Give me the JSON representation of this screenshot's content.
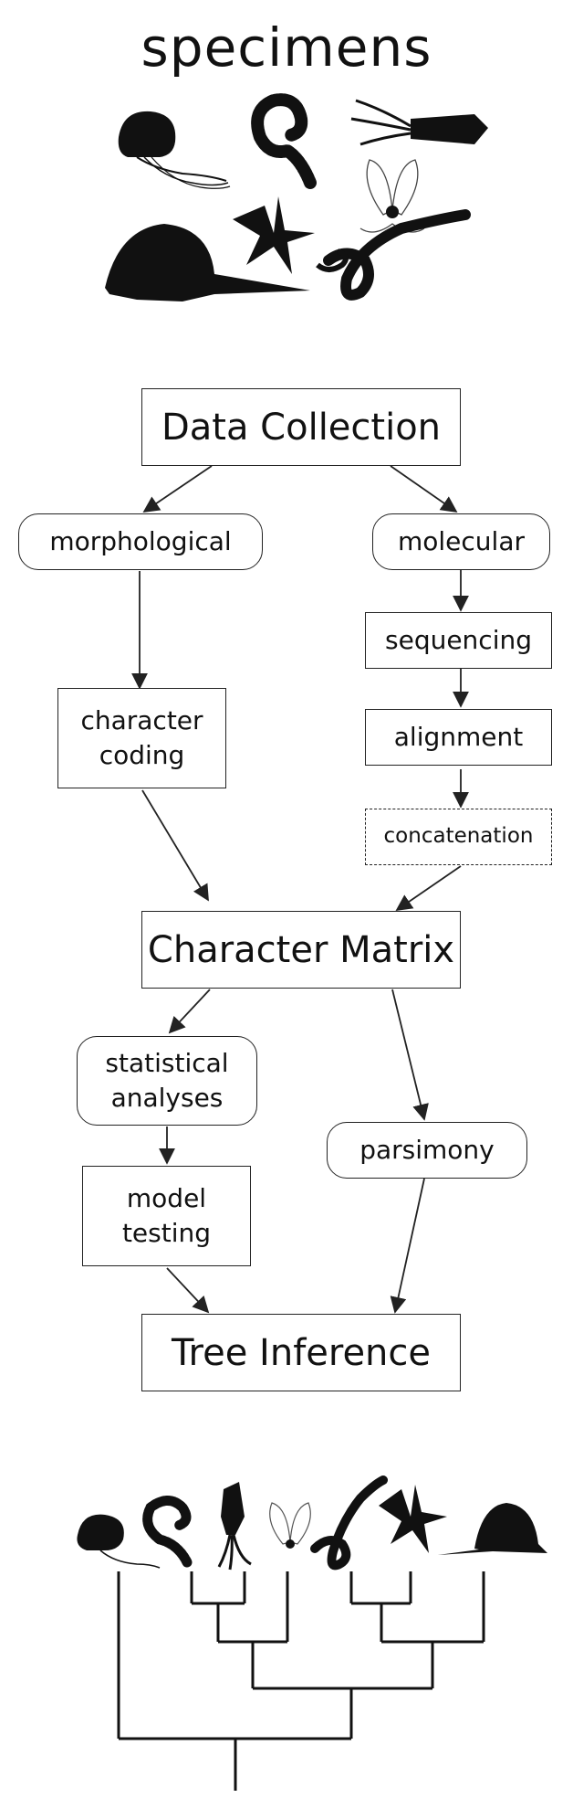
{
  "title": "specimens",
  "nodes": {
    "data_collection": "Data Collection",
    "morphological": "morphological",
    "molecular": "molecular",
    "sequencing": "sequencing",
    "alignment": "alignment",
    "concatenation": "concatenation",
    "character_coding": "character\ncoding",
    "character_matrix": "Character Matrix",
    "statistical_analyses": "statistical\nanalyses",
    "parsimony": "parsimony",
    "model_testing": "model\ntesting",
    "tree_inference": "Tree Inference"
  },
  "specimen_icons": [
    "jellyfish-icon",
    "segmented-worm-icon",
    "squid-icon",
    "sea-spider-icon",
    "dimetrodon-icon",
    "starfish-icon",
    "worm-icon"
  ],
  "tree_tip_icons": [
    "jellyfish-icon",
    "segmented-worm-icon",
    "squid-icon",
    "sea-spider-icon",
    "worm-icon",
    "starfish-icon",
    "dimetrodon-icon"
  ]
}
